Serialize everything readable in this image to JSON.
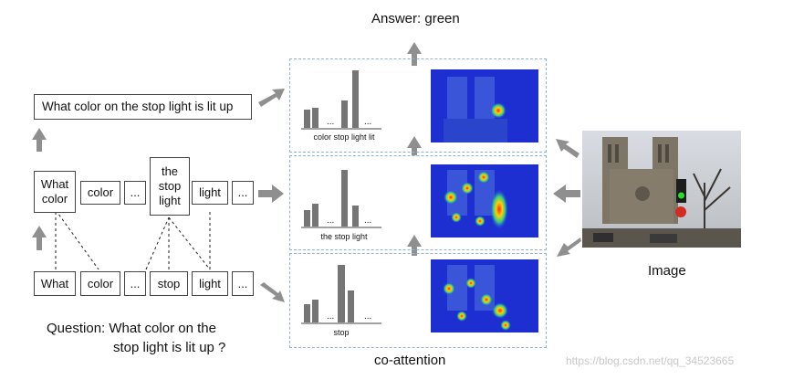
{
  "answer": "Answer: green",
  "sentence": "What color on the stop light is lit up",
  "phrase_tokens": [
    "What color",
    "color",
    "...",
    "the stop light",
    "light",
    "..."
  ],
  "word_tokens": [
    "What",
    "color",
    "...",
    "stop",
    "light",
    "..."
  ],
  "panel_captions": [
    "color stop light lit",
    "the stop light",
    "stop"
  ],
  "bar_ellipsis": "...",
  "question_line1": "Question: What color on the",
  "question_line2": "stop light is lit up  ?",
  "image_label": "Image",
  "coattention_label": "co-attention",
  "watermark": "https://blog.csdn.net/qq_34523665",
  "colors": {
    "arrow": "#8f8f8f",
    "bar": "#757575",
    "panel_border": "#8fb3d6",
    "heat_bg": "#1d2fd0"
  }
}
